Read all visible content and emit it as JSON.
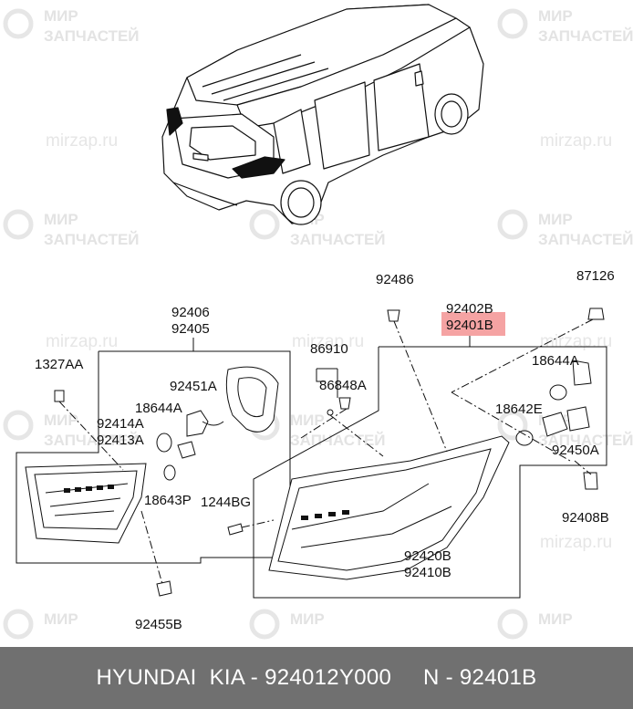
{
  "watermark": {
    "line1": "МИР",
    "line2": "ЗАПЧАСТЕЙ",
    "url": "mirzap.ru"
  },
  "labels": {
    "p92406": "92406",
    "p92405": "92405",
    "p1327AA": "1327AA",
    "p92451A": "92451A",
    "p18644A_left": "18644A",
    "p92414A": "92414A",
    "p92413A": "92413A",
    "p18643P": "18643P",
    "p92455B": "92455B",
    "p92486": "92486",
    "p86910": "86910",
    "p86848A": "86848A",
    "p1244BG": "1244BG",
    "p92402B": "92402B",
    "p92401B": "92401B",
    "p87126": "87126",
    "p18644A_right": "18644A",
    "p18642E": "18642E",
    "p92450A": "92450A",
    "p92408B": "92408B",
    "p92420B": "92420B",
    "p92410B": "92410B"
  },
  "highlight_color": "#f5a3a3",
  "footer": {
    "text": "HYUNDAI  KIA - 924012Y000     N - 92401B"
  }
}
